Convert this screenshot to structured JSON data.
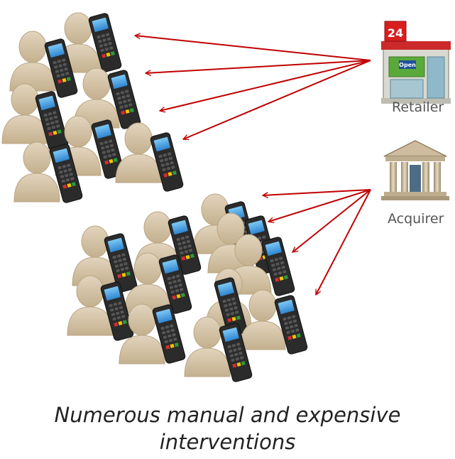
{
  "labels": {
    "retailer": "Retailer",
    "acquirer": "Acquirer"
  },
  "store_sign": {
    "number": "24",
    "open_text": "Open"
  },
  "caption": {
    "line1": "Numerous manual and expensive",
    "line2": "interventions"
  },
  "colors": {
    "person": "#d3c2a6",
    "arrow": "#c00000",
    "terminal": "#2b2b2b",
    "screen": "#3da0e6"
  }
}
